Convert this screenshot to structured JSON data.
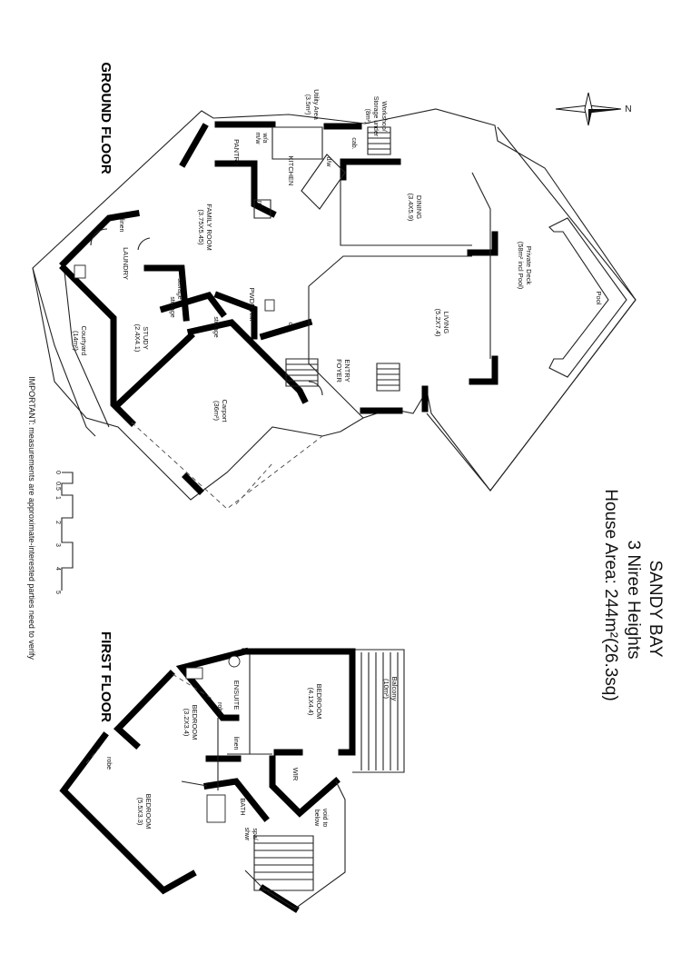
{
  "header": {
    "suburb": "SANDY BAY",
    "street": "3 Niree Heights",
    "area": "House Area: 244m²(26.3sq)"
  },
  "floors": {
    "ground": "GROUND FLOOR",
    "first": "FIRST FLOOR"
  },
  "compass_label": "N",
  "disclaimer": "IMPORTANT: measurements are approximate-interested parties need to verify",
  "scale_ticks": [
    "0",
    "0.5",
    "1",
    "2",
    "3",
    "4",
    "5"
  ],
  "ground_rooms": {
    "workshop": [
      "Workshop/",
      "Storage under",
      "(8m²)"
    ],
    "utility": [
      "Utility Area",
      "(3.5m²)"
    ],
    "cab": "cab.",
    "wm": "w/a",
    "wm2": "m/w",
    "pantry": "PANTRY",
    "kitchen": "KITCHEN",
    "dw": "d/w",
    "ref": "ref",
    "dining": [
      "DINING",
      "(3.4X5.9)"
    ],
    "family": [
      "FAMILY ROOM",
      "(3.75X5.45)"
    ],
    "linen": "linen",
    "laundry": "LAUNDRY",
    "storage1": "storage",
    "storage2": "storage",
    "storage3": "storage",
    "pwdr": "PWDR RM",
    "cl": "cl",
    "living": [
      "LIVING",
      "(5.2X7.4)"
    ],
    "deck": [
      "Private Deck",
      "(58m² incl Pool)"
    ],
    "pool": "Pool",
    "study": [
      "STUDY",
      "(2.4X4.1)"
    ],
    "courtyard": [
      "Courtyard",
      "(14m²)"
    ],
    "entry": [
      "ENTRY",
      "FOYER"
    ],
    "carport": [
      "Carport",
      "(36m²)"
    ]
  },
  "first_rooms": {
    "balcony": [
      "Balcony",
      "(10m²)"
    ],
    "bed1": [
      "BEDROOM",
      "(4.1X4.4)"
    ],
    "ensuite": "ENSUITE",
    "robe1": "robe",
    "bed2": [
      "BEDROOM",
      "(3.2X3.4)"
    ],
    "linen": "linen",
    "wir": "WIR",
    "void": [
      "void to",
      "below"
    ],
    "robe2": "robe",
    "bed3": [
      "BEDROOM",
      "(5.5X3.3)"
    ],
    "bath": "BATH",
    "spa": [
      "spa/",
      "shwr"
    ]
  }
}
